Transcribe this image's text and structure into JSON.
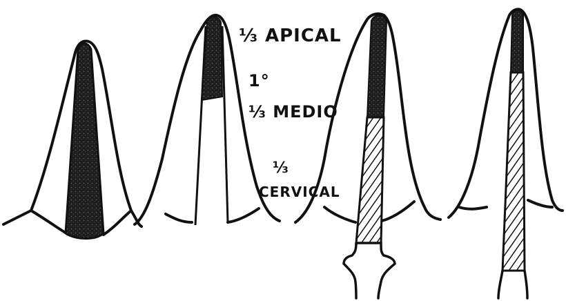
{
  "labels": {
    "apical": "⅓ APICAL",
    "mark": "1°",
    "medio": "⅓ MEDIO",
    "cervical_fraction": "⅓",
    "cervical": "CERVICAL"
  },
  "colors": {
    "ink": "#111111",
    "paper": "#ffffff",
    "fill_dark": "#222222"
  }
}
